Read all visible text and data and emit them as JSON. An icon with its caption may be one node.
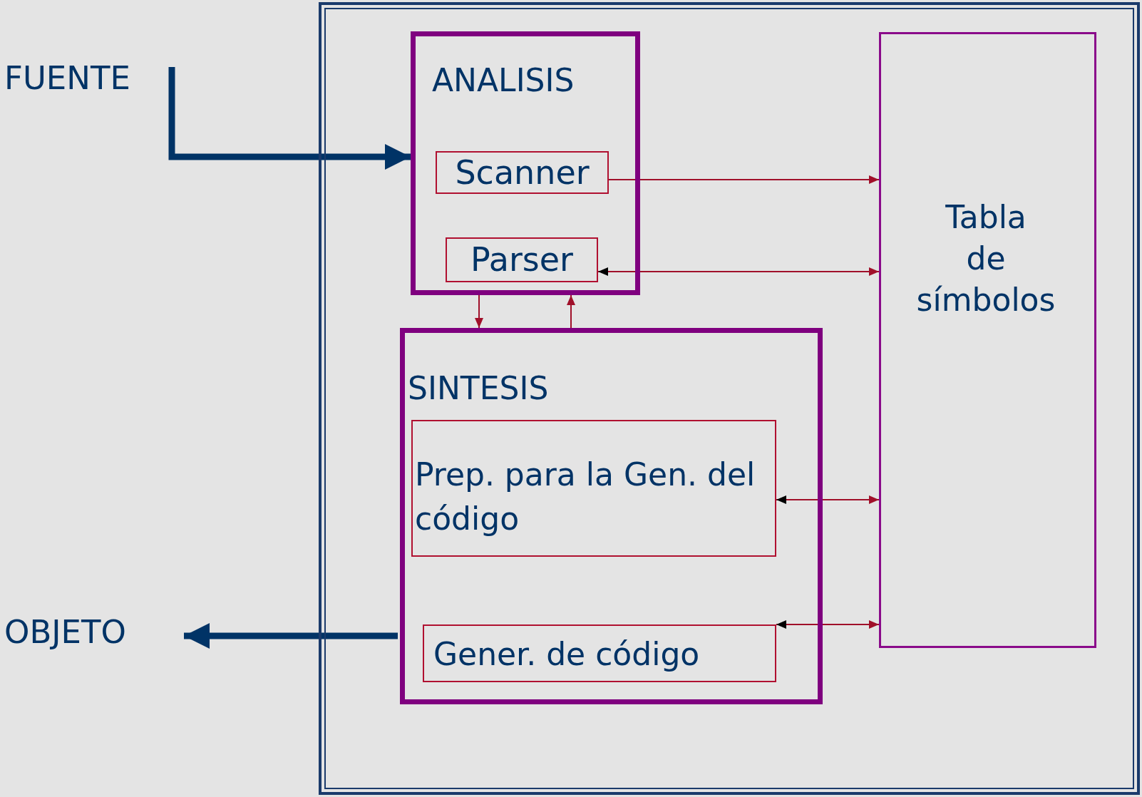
{
  "diagram": {
    "nodes": [
      {
        "text": [],
        "shape": "box"
      },
      {
        "text": [
          "FUENTE"
        ]
      },
      {
        "text": [
          "ANALISIS"
        ],
        "in": 0
      },
      {
        "text": [
          "Scanner"
        ],
        "in": 2
      },
      {
        "text": [
          "Parser"
        ],
        "in": 2
      },
      {
        "text": [
          "SINTESIS"
        ],
        "in": 0
      },
      {
        "text": [
          "Prep. para la Gen. del código"
        ],
        "in": 5
      },
      {
        "text": [
          "Gener. de código"
        ],
        "in": 5
      },
      {
        "text": [
          "Tabla de símbolos"
        ],
        "in": 0
      },
      {
        "text": [
          "OBJETO"
        ]
      }
    ],
    "edges": [
      {
        "from": 1,
        "to": 2,
        "arrow": "to",
        "style": "thick",
        "color": "#003366"
      },
      {
        "from": 3,
        "to": 8,
        "arrow": "to"
      },
      {
        "from": 4,
        "to": 8,
        "arrow": "both"
      },
      {
        "from": 2,
        "to": 5,
        "arrow": "to"
      },
      {
        "from": 5,
        "to": 2,
        "arrow": "to"
      },
      {
        "from": 6,
        "to": 8,
        "arrow": "both"
      },
      {
        "from": 7,
        "to": 8,
        "arrow": "both"
      },
      {
        "from": 5,
        "to": 9,
        "arrow": "to",
        "style": "thick",
        "color": "#003366"
      }
    ]
  }
}
